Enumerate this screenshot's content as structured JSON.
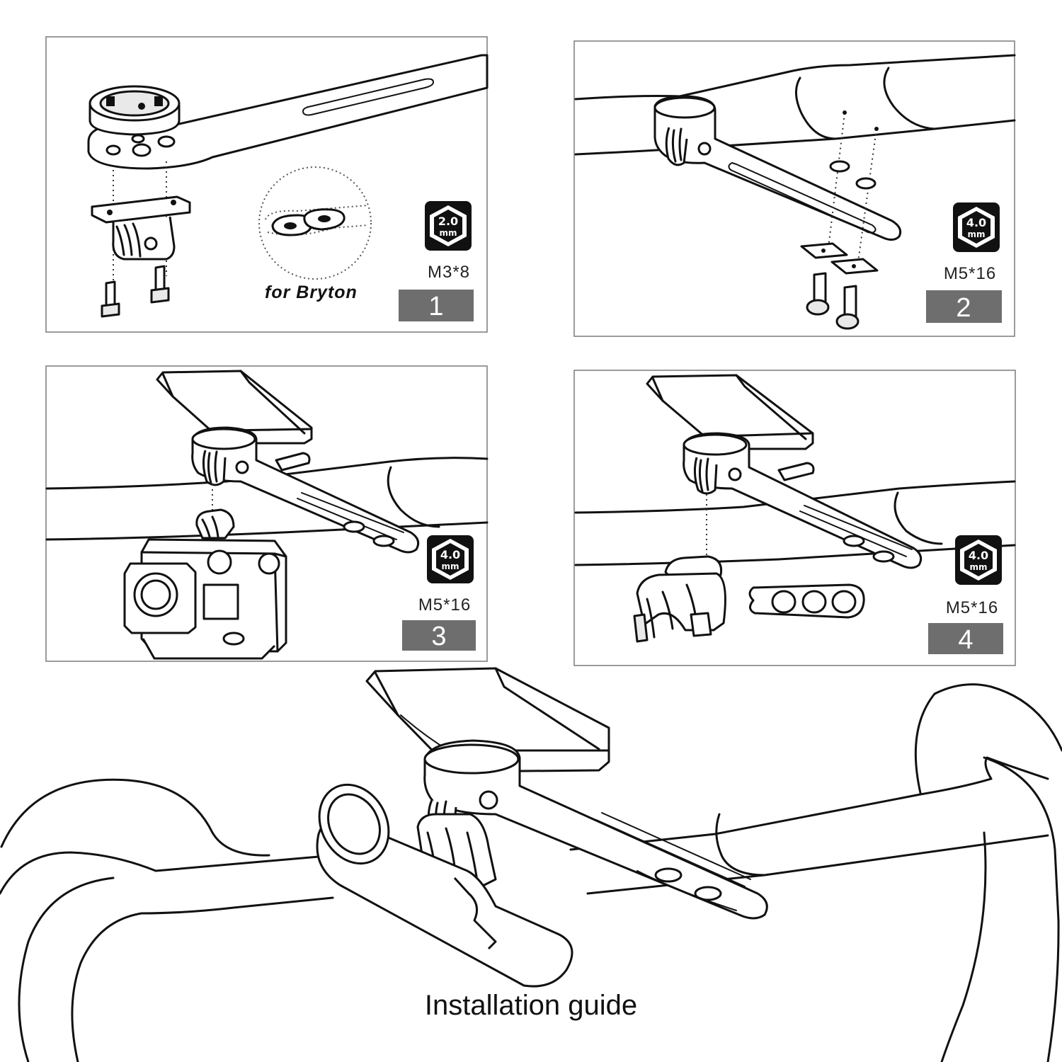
{
  "caption": "Installation guide",
  "panels": [
    {
      "step": "1",
      "tool": {
        "size": "2.0",
        "unit": "mm"
      },
      "screw": "M3*8",
      "note": "for Bryton"
    },
    {
      "step": "2",
      "tool": {
        "size": "4.0",
        "unit": "mm"
      },
      "screw": "M5*16"
    },
    {
      "step": "3",
      "tool": {
        "size": "4.0",
        "unit": "mm"
      },
      "screw": "M5*16"
    },
    {
      "step": "4",
      "tool": {
        "size": "4.0",
        "unit": "mm"
      },
      "screw": "M5*16"
    }
  ]
}
